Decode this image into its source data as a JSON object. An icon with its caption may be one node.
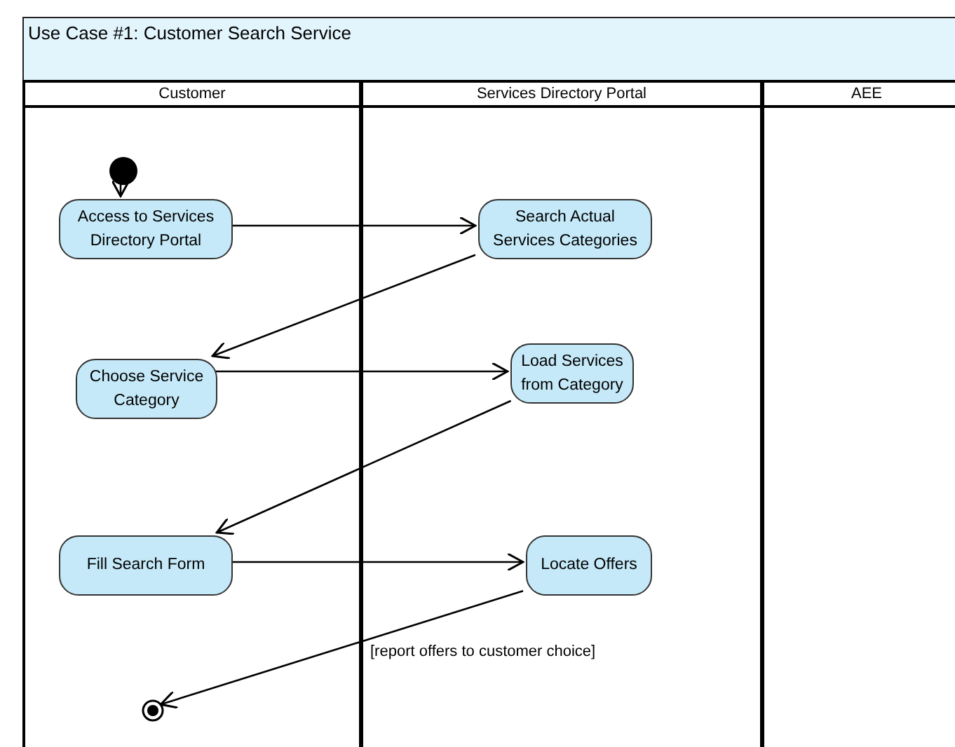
{
  "diagram": {
    "title": "Use Case #1: Customer Search Service",
    "nodes": [
      {
        "text": [
          "Customer"
        ]
      },
      {
        "text": [
          "Services Directory Portal"
        ]
      },
      {
        "text": [
          "AEE"
        ]
      },
      {
        "text": [],
        "shape": "circle",
        "in": 0
      },
      {
        "text": [
          "Access to Services Directory Portal"
        ],
        "in": 0
      },
      {
        "text": [
          "Search Actual Services Categories"
        ],
        "in": 1
      },
      {
        "text": [
          "Choose Service Category"
        ],
        "in": 0
      },
      {
        "text": [
          "Load Services from Category"
        ],
        "in": 1
      },
      {
        "text": [
          "Fill Search Form"
        ],
        "in": 0
      },
      {
        "text": [
          "Locate Offers"
        ],
        "in": 1
      },
      {
        "text": [],
        "shape": "circle",
        "in": 0
      }
    ],
    "edges": [
      {
        "from": 3,
        "to": 4,
        "arrow": "to"
      },
      {
        "from": 4,
        "to": 5,
        "arrow": "to"
      },
      {
        "from": 5,
        "to": 6,
        "arrow": "to"
      },
      {
        "from": 6,
        "to": 7,
        "arrow": "to"
      },
      {
        "from": 7,
        "to": 8,
        "arrow": "to"
      },
      {
        "from": 8,
        "to": 9,
        "arrow": "to"
      },
      {
        "from": 9,
        "to": 10,
        "arrow": "to",
        "label": "[report offers to customer choice]"
      }
    ]
  }
}
